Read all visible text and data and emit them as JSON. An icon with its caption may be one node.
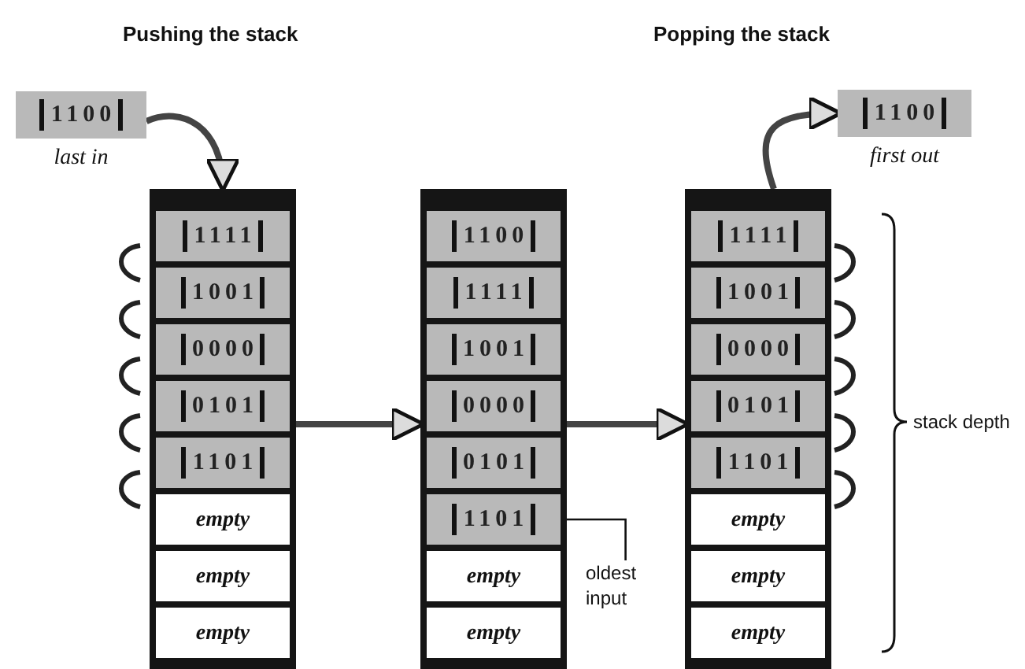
{
  "diagram": {
    "nodes": [
      {
        "text": [
          "1100"
        ],
        "beside": [
          "last in"
        ]
      },
      {
        "text": [],
        "shape": "box"
      },
      {
        "text": [
          "1111"
        ],
        "in": 1
      },
      {
        "text": [
          "1001"
        ],
        "in": 1
      },
      {
        "text": [
          "0000"
        ],
        "in": 1
      },
      {
        "text": [
          "0101"
        ],
        "in": 1
      },
      {
        "text": [
          "1101"
        ],
        "in": 1
      },
      {
        "text": [
          "empty"
        ],
        "in": 1
      },
      {
        "text": [
          "empty"
        ],
        "in": 1
      },
      {
        "text": [
          "empty"
        ],
        "in": 1
      },
      {
        "text": [],
        "shape": "box"
      },
      {
        "text": [
          "1100"
        ],
        "in": 10
      },
      {
        "text": [
          "1111"
        ],
        "in": 10
      },
      {
        "text": [
          "1001"
        ],
        "in": 10
      },
      {
        "text": [
          "0000"
        ],
        "in": 10
      },
      {
        "text": [
          "0101"
        ],
        "in": 10
      },
      {
        "text": [
          "1101"
        ],
        "in": 10
      },
      {
        "text": [
          "empty"
        ],
        "in": 10
      },
      {
        "text": [
          "empty"
        ],
        "in": 10
      },
      {
        "text": [],
        "shape": "box"
      },
      {
        "text": [
          "1111"
        ],
        "in": 19
      },
      {
        "text": [
          "1001"
        ],
        "in": 19
      },
      {
        "text": [
          "0000"
        ],
        "in": 19
      },
      {
        "text": [
          "0101"
        ],
        "in": 19
      },
      {
        "text": [
          "1101"
        ],
        "in": 19
      },
      {
        "text": [
          "empty"
        ],
        "in": 19
      },
      {
        "text": [
          "empty"
        ],
        "in": 19
      },
      {
        "text": [
          "empty"
        ],
        "in": 19
      },
      {
        "text": [
          "1100"
        ],
        "beside": [
          "first out"
        ]
      },
      {
        "text": [
          "oldest input"
        ]
      }
    ],
    "edges": [
      {
        "from": 0,
        "to": 1,
        "arrow": "to"
      },
      {
        "from": 1,
        "to": 10,
        "arrow": "to"
      },
      {
        "from": 10,
        "to": 19,
        "arrow": "to"
      },
      {
        "from": 19,
        "to": 28,
        "arrow": "to"
      },
      {
        "from": 29,
        "to": 16,
        "arrow": "none"
      }
    ],
    "labels": [
      "Pushing the stack",
      "Popping the stack",
      "stack depth"
    ]
  }
}
